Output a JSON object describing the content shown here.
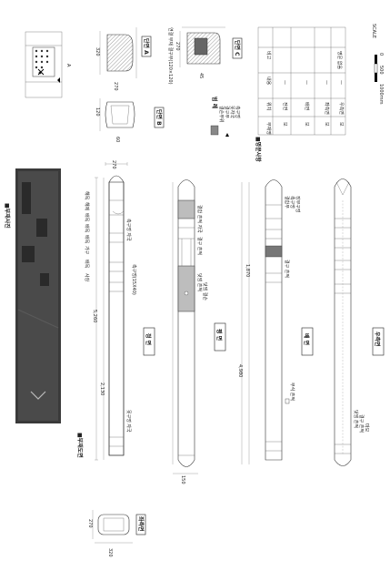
{
  "section_titles": {
    "photo": "■부재사진",
    "drawing": "■부재도면",
    "inscription": "■명문사항",
    "legend": "범 례"
  },
  "views": {
    "front": "정 면",
    "back": "배 면",
    "plan": "평 면",
    "right_side": "우측면",
    "left_side": "좌측면",
    "section_a": "단면 A",
    "section_b": "단면 B",
    "section_c": "단면 C"
  },
  "part_labels": [
    "사창",
    "배목",
    "가구",
    "배목",
    "배목",
    "배목",
    "해제",
    "해목"
  ],
  "annotations": {
    "front": [
      "촉구멍 자국",
      "촉구멍(15X40)",
      "못구멍 자국"
    ],
    "plan": [
      "결합 흔적 자국",
      "결구 흔적",
      "덧댐 흔적",
      "덧댐 결손"
    ],
    "back": [
      "결합부",
      "촉구멍",
      "장부구멍",
      "결구 흔적",
      "부식 흔적"
    ],
    "section": [
      "연결 부재 결구부(120×120)"
    ],
    "right": [
      "덧댐 흔적",
      "결구 흔적",
      "마모"
    ]
  },
  "dimensions": {
    "total_length": "5,260",
    "length_2": "4,980",
    "length_3": "2,130",
    "length_4": "1,870",
    "section_w": "270",
    "section_h": "320",
    "tenon": "120",
    "notch": "60",
    "small": "45",
    "gap": "150"
  },
  "legend": {
    "items": [
      "결손부위",
      "결구부",
      "못자국",
      "촉구멍"
    ]
  },
  "inscription_table": {
    "headers": [
      "부재명",
      "위치",
      "내용",
      "비고"
    ],
    "rows": [
      [
        "보",
        "전면",
        "—",
        "—"
      ],
      [
        "보",
        "배면",
        "—",
        "—"
      ],
      [
        "보",
        "좌측면",
        "—",
        "—"
      ],
      [
        "보",
        "우측면",
        "—",
        "—"
      ]
    ],
    "summary_label": "명문 없음"
  },
  "scale": {
    "label": "SCALE",
    "ticks": [
      "0",
      "500",
      "1000mm"
    ]
  },
  "small_plan_label": "A"
}
